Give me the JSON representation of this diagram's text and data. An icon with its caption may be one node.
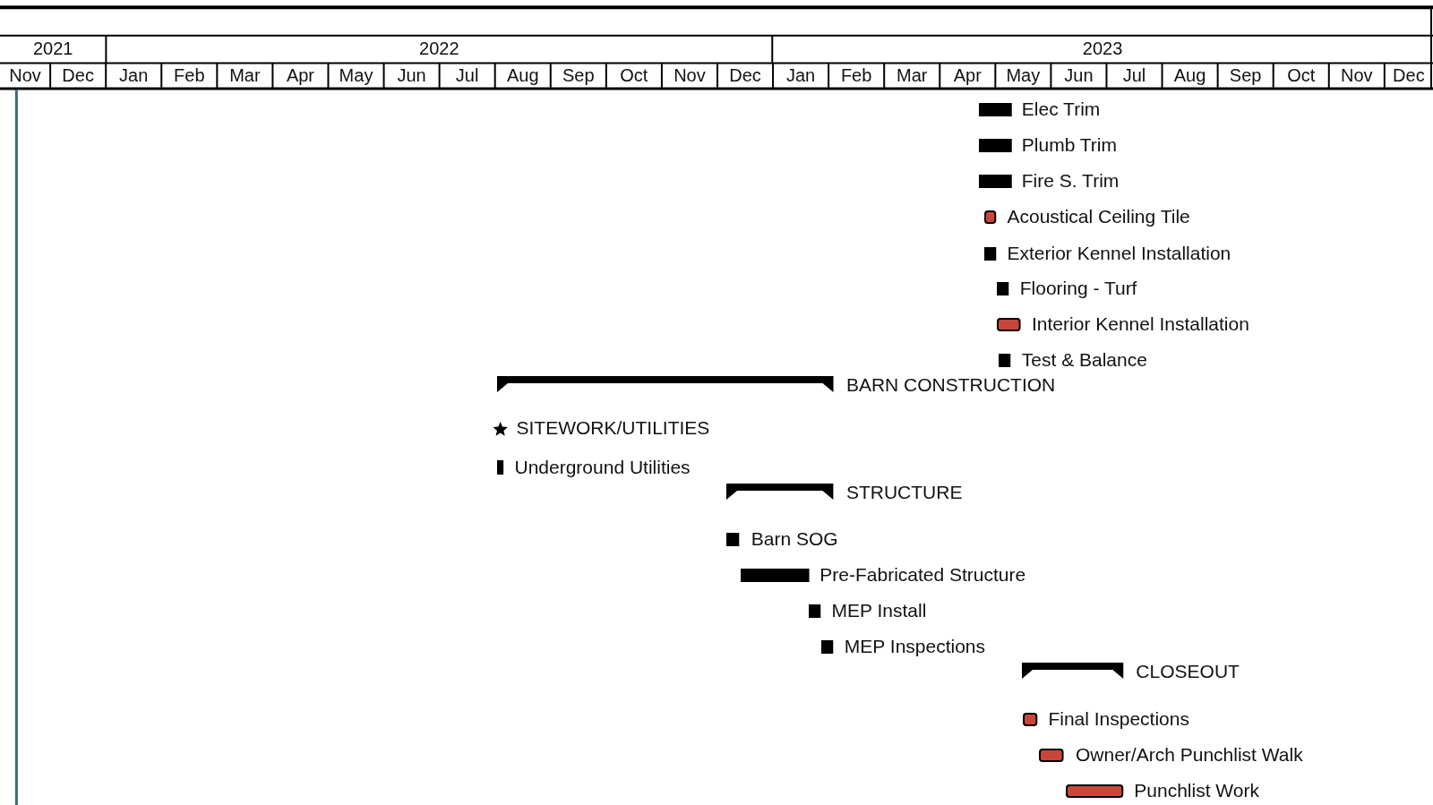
{
  "diagram": {
    "nodes": [
      {
        "text": [
          "Elec Trim"
        ]
      },
      {
        "text": [
          "Plumb Trim"
        ]
      },
      {
        "text": [
          "Fire S. Trim"
        ]
      },
      {
        "text": [
          "Acoustical Ceiling Tile"
        ]
      },
      {
        "text": [
          "Exterior Kennel Installation"
        ]
      },
      {
        "text": [
          "Flooring - Turf"
        ]
      },
      {
        "text": [
          "Interior Kennel Installation"
        ]
      },
      {
        "text": [
          "Test & Balance"
        ]
      },
      {
        "text": [
          "BARN CONSTRUCTION"
        ]
      },
      {
        "text": [
          "SITEWORK/UTILITIES"
        ]
      },
      {
        "text": [
          "Underground Utilities"
        ]
      },
      {
        "text": [
          "STRUCTURE"
        ]
      },
      {
        "text": [
          "Barn SOG"
        ]
      },
      {
        "text": [
          "Pre-Fabricated Structure"
        ]
      },
      {
        "text": [
          "MEP Install"
        ]
      },
      {
        "text": [
          "MEP Inspections"
        ]
      },
      {
        "text": [
          "CLOSEOUT"
        ]
      },
      {
        "text": [
          "Final Inspections"
        ]
      },
      {
        "text": [
          "Owner/Arch Punchlist Walk"
        ]
      },
      {
        "text": [
          "Punchlist Work"
        ]
      }
    ],
    "labels": [
      "2021",
      "2022",
      "2023",
      "Nov",
      "Dec",
      "Jan",
      "Feb",
      "Mar",
      "Apr",
      "May",
      "Jun",
      "Jul",
      "Aug",
      "Sep",
      "Oct",
      "Nov",
      "Dec",
      "Jan",
      "Feb",
      "Mar",
      "Apr",
      "May",
      "Jun",
      "Jul",
      "Aug",
      "Sep",
      "Oct",
      "Nov",
      "Dec"
    ]
  }
}
